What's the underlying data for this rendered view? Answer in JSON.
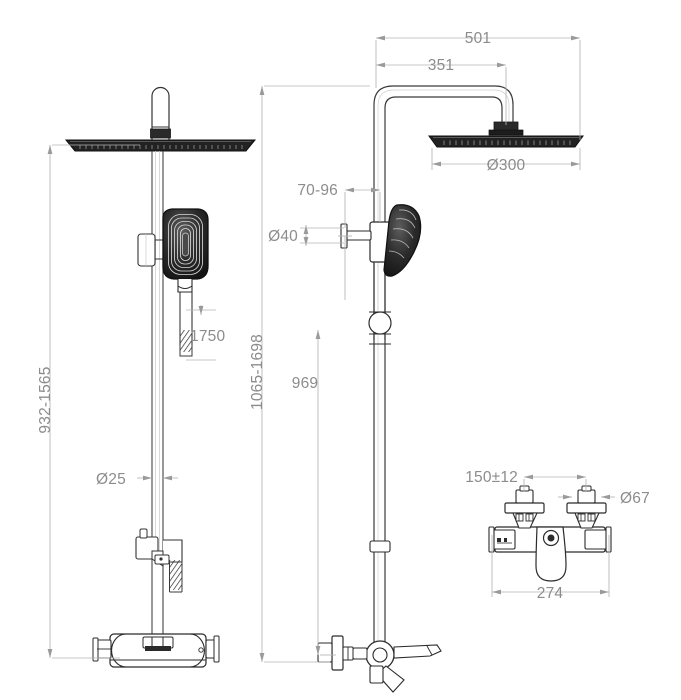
{
  "drawing": {
    "title": "Thermostatic Shower Column Technical Drawing",
    "background_color": "#ffffff",
    "line_color": "#1a1a1a",
    "dimension_color": "#8c8c8c",
    "views": [
      {
        "name": "front-elevation",
        "position": "left"
      },
      {
        "name": "side-elevation",
        "position": "center"
      },
      {
        "name": "valve-detail-front",
        "position": "bottom-right"
      }
    ]
  },
  "dimensions": {
    "front_overall_height": "932-1565",
    "hose_length": "1750",
    "riser_diameter": "Ø25",
    "side_overall_height": "1065-1698",
    "side_spout_height": "969",
    "arm_reach_total": "501",
    "arm_reach_inner": "351",
    "rain_head_diameter": "Ø300",
    "bracket_projection": "70-96",
    "bracket_diameter": "Ø40",
    "valve_inlet_centres": "150±12",
    "valve_handle_diameter": "Ø67",
    "valve_overall_width": "274"
  }
}
